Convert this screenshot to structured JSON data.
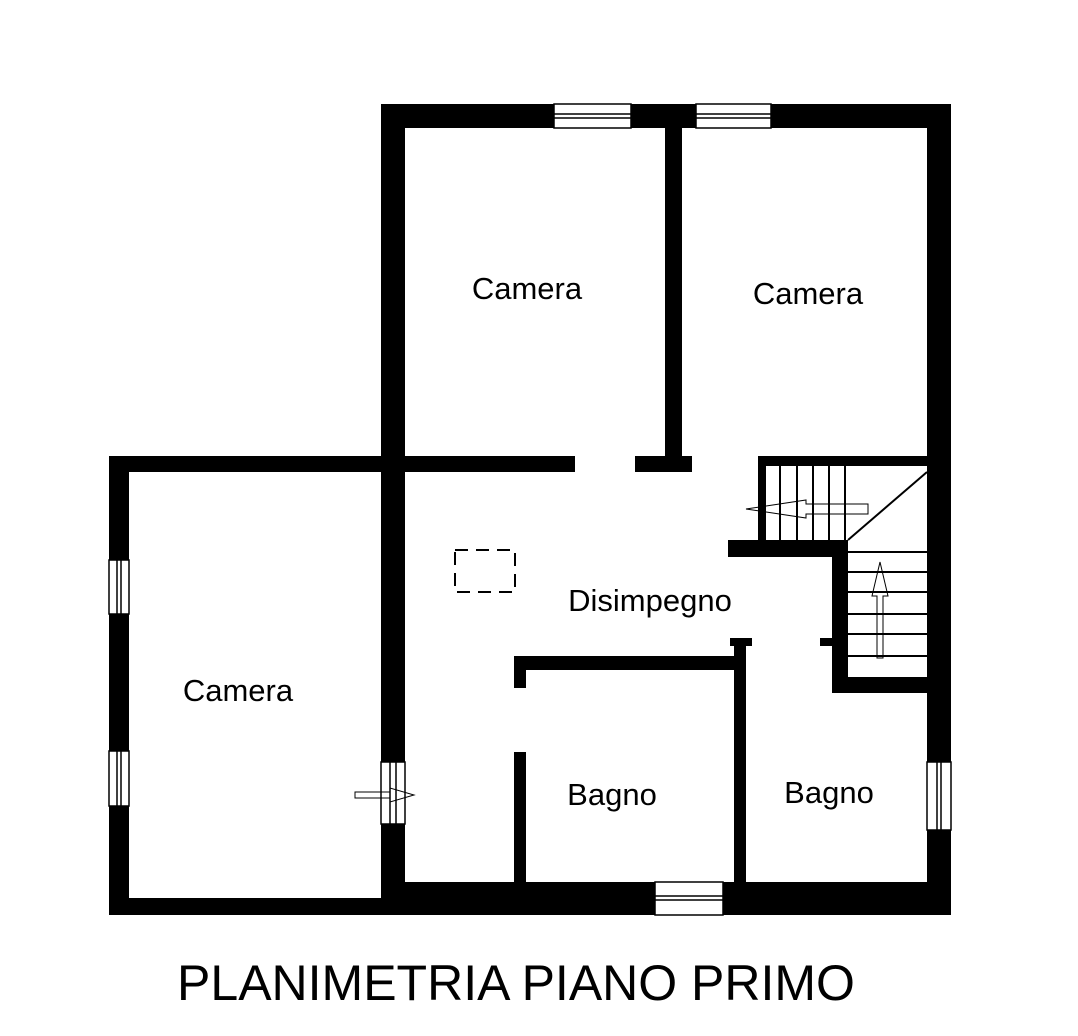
{
  "title": "PLANIMETRIA PIANO PRIMO",
  "rooms": [
    {
      "label": "Camera"
    },
    {
      "label": "Camera"
    },
    {
      "label": "Camera"
    },
    {
      "label": "Disimpegno"
    },
    {
      "label": "Bagno"
    },
    {
      "label": "Bagno"
    }
  ],
  "colors": {
    "wall": "#000000",
    "background": "#ffffff"
  }
}
